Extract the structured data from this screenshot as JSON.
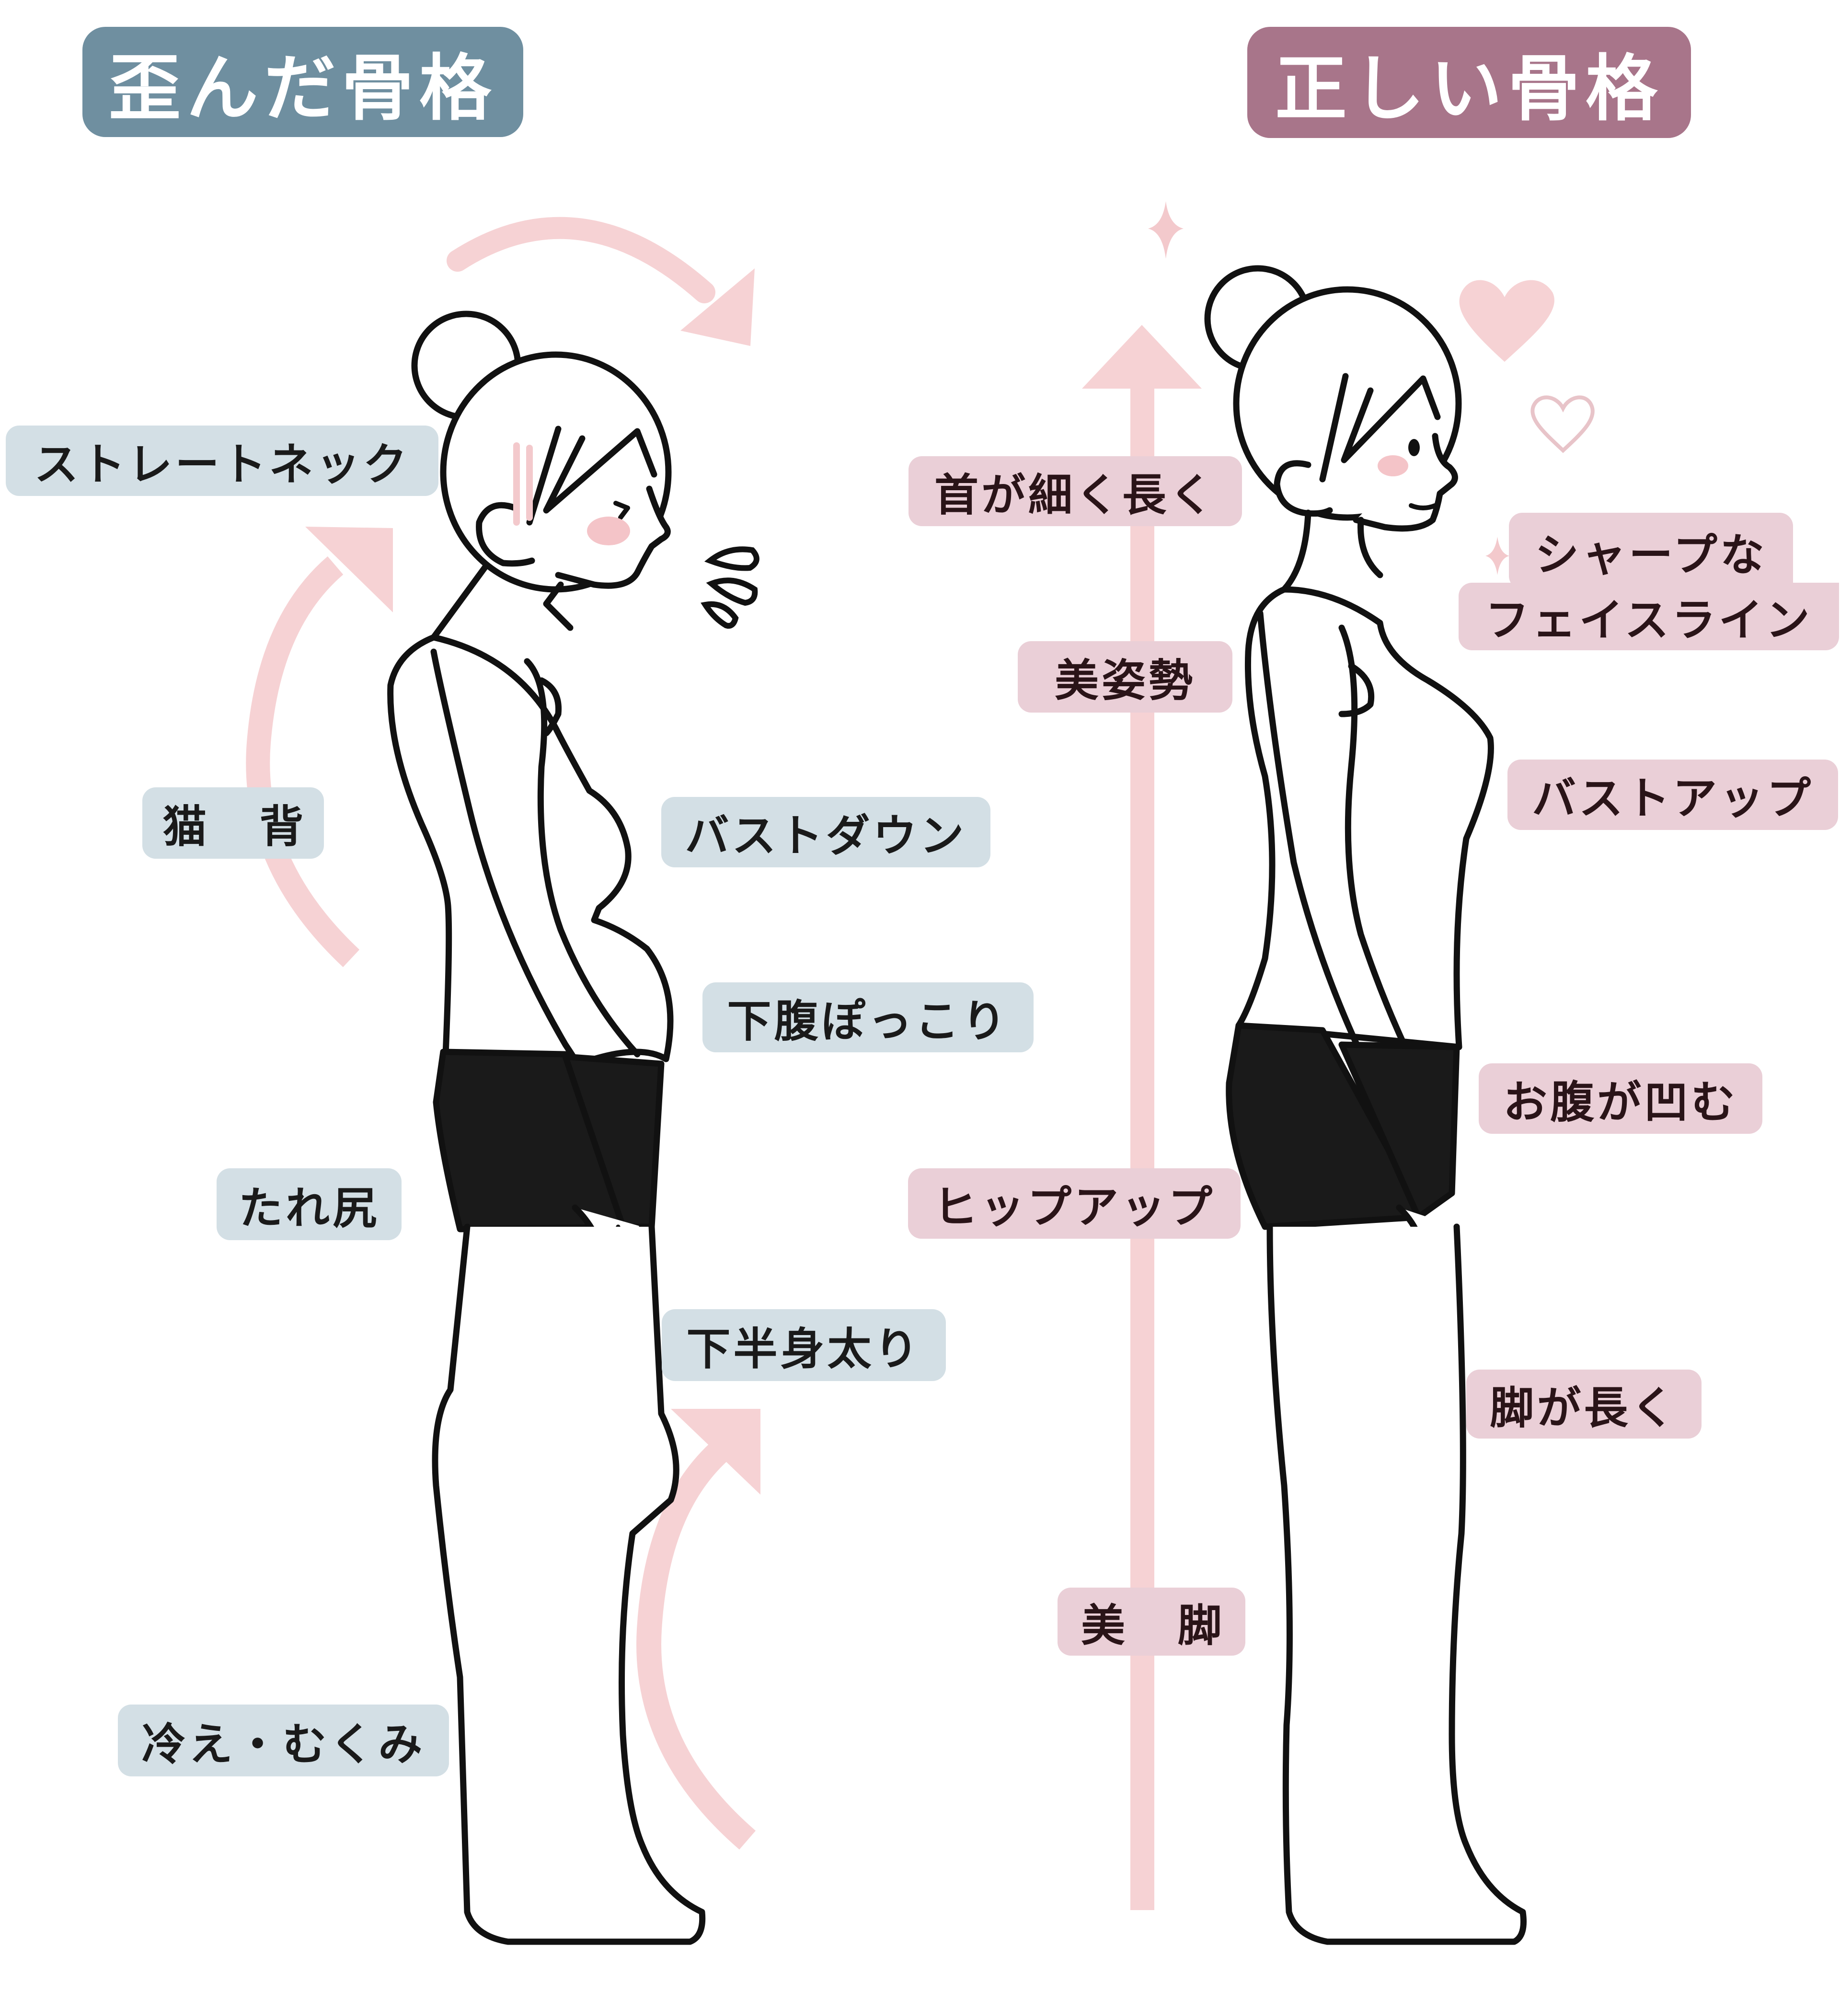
{
  "headers": {
    "bad": "歪んだ骨格",
    "good": "正しい骨格"
  },
  "colors": {
    "header_bad": "#6f8fa0",
    "header_good": "#a8758a",
    "tag_bad_bg": "#d3dfe5",
    "tag_good_bg": "#eacfd7",
    "arrow_pink": "#f6d2d4",
    "blush": "#f4c4c8",
    "line": "#111111",
    "shorts": "#1a1a1a"
  },
  "bad_side": {
    "tags": [
      {
        "id": "straight-neck",
        "label": "ストレートネック"
      },
      {
        "id": "hunchback",
        "label": "猫背"
      },
      {
        "id": "bust-down",
        "label": "バストダウン"
      },
      {
        "id": "lower-belly",
        "label": "下腹ぽっこり"
      },
      {
        "id": "saggy-hips",
        "label": "たれ尻"
      },
      {
        "id": "lower-body-fat",
        "label": "下半身太り"
      },
      {
        "id": "cold-swelling",
        "label": "冷え・むくみ"
      }
    ]
  },
  "good_side": {
    "tags": [
      {
        "id": "slim-neck",
        "label": "首が細く長く"
      },
      {
        "id": "good-posture",
        "label": "美姿勢"
      },
      {
        "id": "sharp-face",
        "label_line1": "シャープな",
        "label_line2": "フェイスライン"
      },
      {
        "id": "bust-up",
        "label": "バストアップ"
      },
      {
        "id": "flat-belly",
        "label": "お腹が凹む"
      },
      {
        "id": "hip-up",
        "label": "ヒップアップ"
      },
      {
        "id": "long-legs",
        "label": "脚が長く"
      },
      {
        "id": "beautiful-legs",
        "label": "美脚"
      }
    ]
  },
  "decorations": {
    "sparkle_icons": 2,
    "heart_icons": [
      "filled-heart",
      "outline-heart"
    ],
    "sweat_drop_icons": 3,
    "arrows": [
      "curved-arrow-top",
      "curved-arrow-left",
      "curved-arrow-bottom",
      "straight-arrow-up"
    ]
  }
}
